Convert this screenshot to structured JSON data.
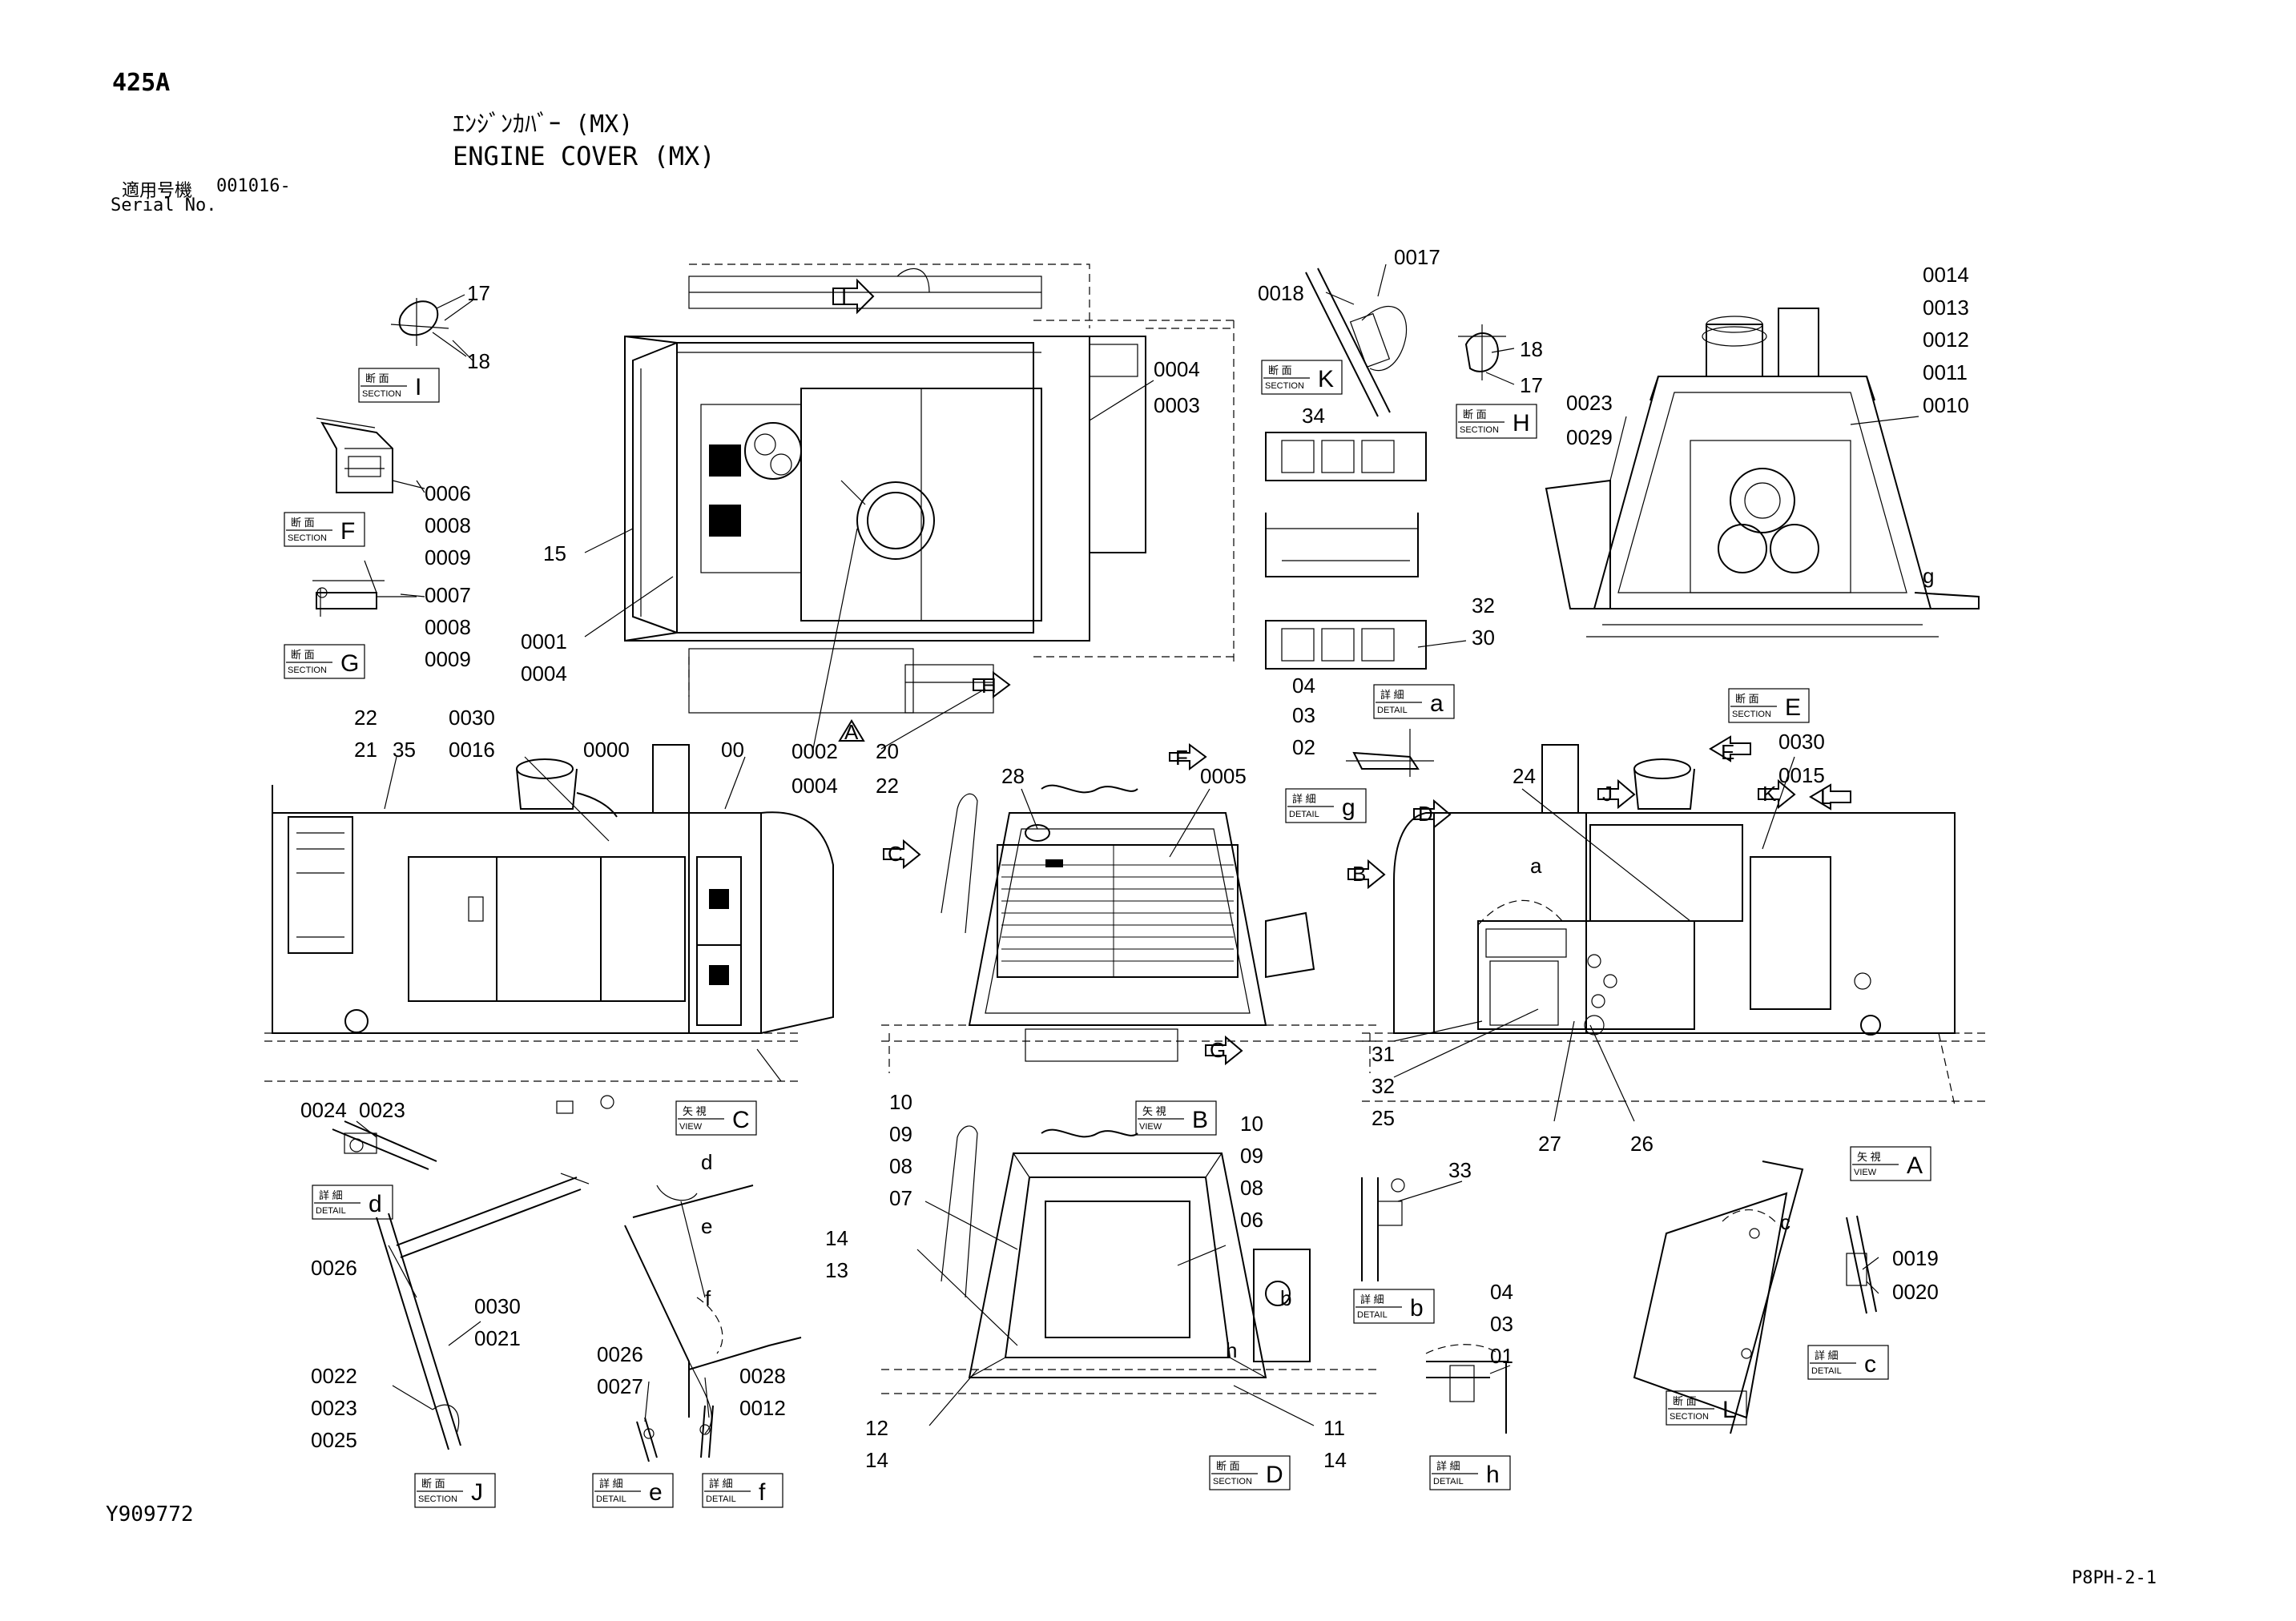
{
  "header": {
    "model": "425A",
    "title_jp": "ｴﾝｼﾞﾝｶﾊﾞｰ (MX)",
    "title_en": "ENGINE COVER (MX)",
    "serial_jp": "適用号機",
    "serial_value": "001016-",
    "serial_en": "Serial No."
  },
  "footer": {
    "drawing_no": "Y909772",
    "page_ref": "P8PH-2-1"
  },
  "part_labels": {
    "p17a": "17",
    "p18a": "18",
    "p0006": "0006",
    "p0008a": "0008",
    "p0009a": "0009",
    "p0007": "0007",
    "p0008b": "0008",
    "p0009b": "0009",
    "p15": "15",
    "p0001": "0001",
    "p0004a": "0004",
    "p0002": "0002",
    "p0004b": "0004",
    "p20": "20",
    "p22b": "22",
    "p0004c": "0004",
    "p0003": "0003",
    "p0018": "0018",
    "p0017": "0017",
    "p18b": "18",
    "p17b": "17",
    "p34": "34",
    "p32a": "32",
    "p30": "30",
    "p04a": "04",
    "p03a": "03",
    "p02": "02",
    "p0014": "0014",
    "p0013": "0013",
    "p0012": "0012",
    "p0011": "0011",
    "p0010": "0010",
    "p0023a": "0023",
    "p0029": "0029",
    "pg": "g",
    "p22a": "22",
    "p21": "21",
    "p35": "35",
    "p0030a": "0030",
    "p0016": "0016",
    "p0000": "0000",
    "p00": "00",
    "p28": "28",
    "p0005": "0005",
    "p24": "24",
    "p0030b": "0030",
    "p0015": "0015",
    "pa": "a",
    "p31": "31",
    "p32b": "32",
    "p25": "25",
    "p27": "27",
    "p26": "26",
    "p10a": "10",
    "p09a": "09",
    "p08a": "08",
    "p07": "07",
    "p10b": "10",
    "p09b": "09",
    "p08b": "08",
    "p06": "06",
    "p14a": "14",
    "p13": "13",
    "p12": "12",
    "p14b": "14",
    "p11": "11",
    "p14c": "14",
    "ph": "h",
    "pb": "b",
    "p0024": "0024",
    "p0023b": "0023",
    "p0026a": "0026",
    "p0030c": "0030",
    "p0021": "0021",
    "p0022": "0022",
    "p0023c": "0023",
    "p0025": "0025",
    "pd": "d",
    "pe": "e",
    "pf": "f",
    "p0026b": "0026",
    "p0027": "0027",
    "p0028": "0028",
    "p0012b": "0012",
    "p33": "33",
    "p04b": "04",
    "p03b": "03",
    "p01": "01",
    "pc": "c",
    "p0019": "0019",
    "p0020": "0020"
  },
  "view_arrows": [
    "I",
    "H",
    "A",
    "F",
    "E",
    "J",
    "K",
    "L",
    "C",
    "D",
    "B",
    "G"
  ],
  "callouts": [
    {
      "jp": "断 面",
      "en": "SECTION",
      "letter": "I"
    },
    {
      "jp": "断 面",
      "en": "SECTION",
      "letter": "F"
    },
    {
      "jp": "断 面",
      "en": "SECTION",
      "letter": "G"
    },
    {
      "jp": "断 面",
      "en": "SECTION",
      "letter": "K"
    },
    {
      "jp": "断 面",
      "en": "SECTION",
      "letter": "H"
    },
    {
      "jp": "詳 細",
      "en": "DETAIL",
      "letter": "a"
    },
    {
      "jp": "詳 細",
      "en": "DETAIL",
      "letter": "g"
    },
    {
      "jp": "断 面",
      "en": "SECTION",
      "letter": "E"
    },
    {
      "jp": "矢 視",
      "en": "VIEW",
      "letter": "C"
    },
    {
      "jp": "矢 視",
      "en": "VIEW",
      "letter": "B"
    },
    {
      "jp": "矢 視",
      "en": "VIEW",
      "letter": "A"
    },
    {
      "jp": "詳 細",
      "en": "DETAIL",
      "letter": "d"
    },
    {
      "jp": "詳 細",
      "en": "DETAIL",
      "letter": "b"
    },
    {
      "jp": "詳 細",
      "en": "DETAIL",
      "letter": "c"
    },
    {
      "jp": "断 面",
      "en": "SECTION",
      "letter": "L"
    },
    {
      "jp": "断 面",
      "en": "SECTION",
      "letter": "J"
    },
    {
      "jp": "詳 細",
      "en": "DETAIL",
      "letter": "e"
    },
    {
      "jp": "詳 細",
      "en": "DETAIL",
      "letter": "f"
    },
    {
      "jp": "断 面",
      "en": "SECTION",
      "letter": "D"
    },
    {
      "jp": "詳 細",
      "en": "DETAIL",
      "letter": "h"
    }
  ]
}
